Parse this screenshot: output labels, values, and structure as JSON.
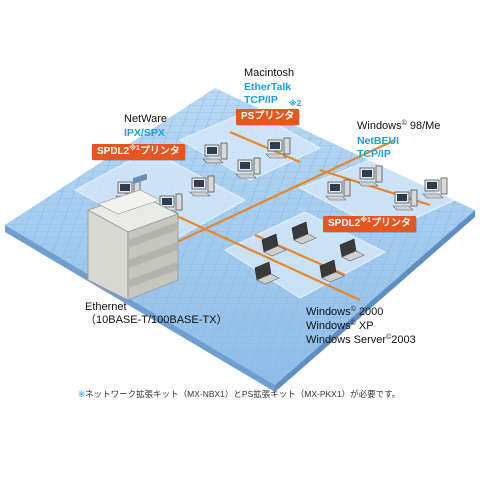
{
  "labels": {
    "macintosh": "Macintosh",
    "netware": "NetWare",
    "windows_98": "Windows",
    "windows_98_sup": "©",
    "windows_98_ver": " 98/Me",
    "ethernet_line1": "Ethernet",
    "ethernet_line2": "（10BASE-T/100BASE-TX）",
    "win2000": "Windows",
    "win2000_ver": " 2000",
    "winxp": "Windows",
    "winxp_ver": " XP",
    "winserver": "Windows Server",
    "winserver_ver": "2003",
    "reg_mark": "©"
  },
  "protocols": {
    "mac_1": "EtherTalk",
    "mac_2": "TCP/IP",
    "netware_1": "IPX/SPX",
    "win98_1": "NetBEUI",
    "win98_2": "TCP/IP"
  },
  "badges": {
    "ps_printer": "PSプリンタ",
    "spdl2_left_main": "SPDL2",
    "spdl2_left_sup": "※1",
    "spdl2_left_tail": "プリンタ",
    "spdl2_right_main": "SPDL2",
    "spdl2_right_sup": "※1",
    "spdl2_right_tail": "プリンタ"
  },
  "note_mark": "※2",
  "footnote": {
    "mark": "※",
    "text": "ネットワーク拡張キット（MX-NBX1）とPS拡張キット（MX-PKX1）が必要です。"
  },
  "colors": {
    "floor": "#9fc8ec",
    "grid": "#7fb0de",
    "platform": "#d6e8f8",
    "cable": "#e8862a",
    "badge": "#e8561f",
    "protocol_text": "#1aa0dc"
  }
}
